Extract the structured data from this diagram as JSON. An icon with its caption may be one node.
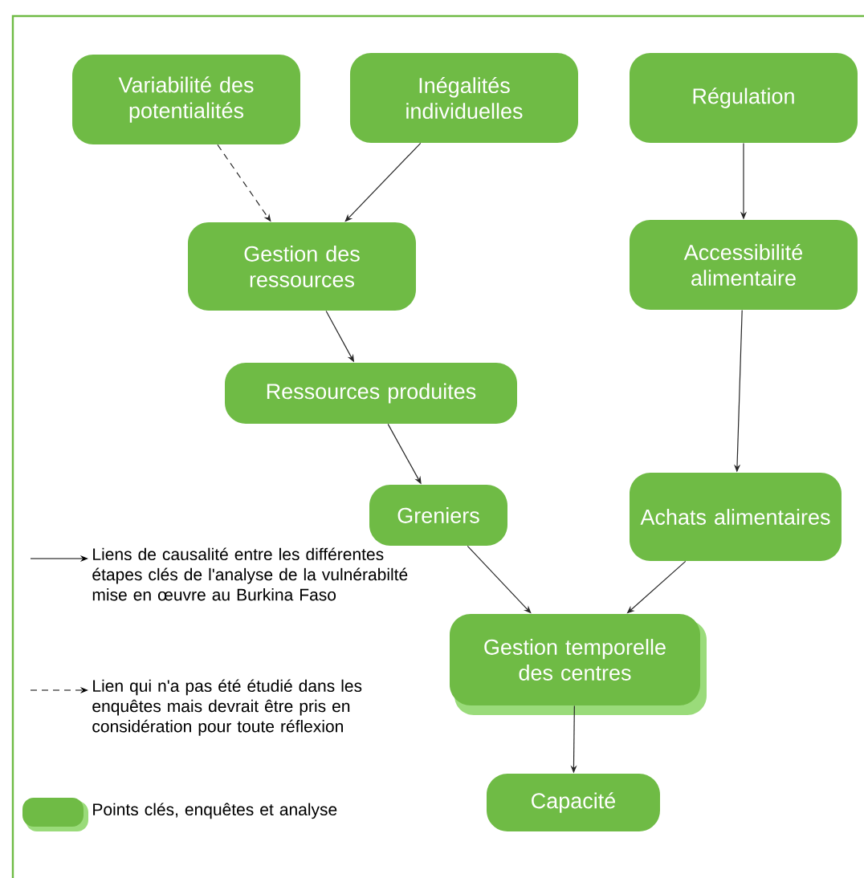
{
  "diagram": {
    "nodes": [
      {
        "text": [
          "Variabilité des potentialités"
        ]
      },
      {
        "text": [
          "Inégalités individuelles"
        ]
      },
      {
        "text": [
          "Régulation"
        ]
      },
      {
        "text": [
          "Gestion des ressources"
        ]
      },
      {
        "text": [
          "Accessibilité alimentaire"
        ]
      },
      {
        "text": [
          "Ressources produites"
        ]
      },
      {
        "text": [
          "Greniers"
        ]
      },
      {
        "text": [
          "Achats alimentaires"
        ]
      },
      {
        "text": [
          "Gestion temporelle des centres"
        ]
      },
      {
        "text": [
          "Capacité"
        ]
      }
    ],
    "edges": [
      {
        "from": 0,
        "to": 3,
        "arrow": "to",
        "style": "dashed"
      },
      {
        "from": 1,
        "to": 3,
        "arrow": "to"
      },
      {
        "from": 2,
        "to": 4,
        "arrow": "to"
      },
      {
        "from": 3,
        "to": 5,
        "arrow": "to"
      },
      {
        "from": 5,
        "to": 6,
        "arrow": "to"
      },
      {
        "from": 4,
        "to": 7,
        "arrow": "to"
      },
      {
        "from": 6,
        "to": 8,
        "arrow": "to"
      },
      {
        "from": 7,
        "to": 8,
        "arrow": "to"
      },
      {
        "from": 8,
        "to": 9,
        "arrow": "to"
      }
    ],
    "legend": [
      {
        "text": "Liens de causalité entre les différentes étapes clés de l'analyse de la vulnérabilté mise en œuvre au Burkina Faso"
      },
      {
        "text": "Lien qui n'a pas été étudié dans les enquêtes mais devrait être pris en considération pour toute réflexion"
      },
      {
        "text": "Points clés, enquêtes et analyse"
      }
    ]
  }
}
